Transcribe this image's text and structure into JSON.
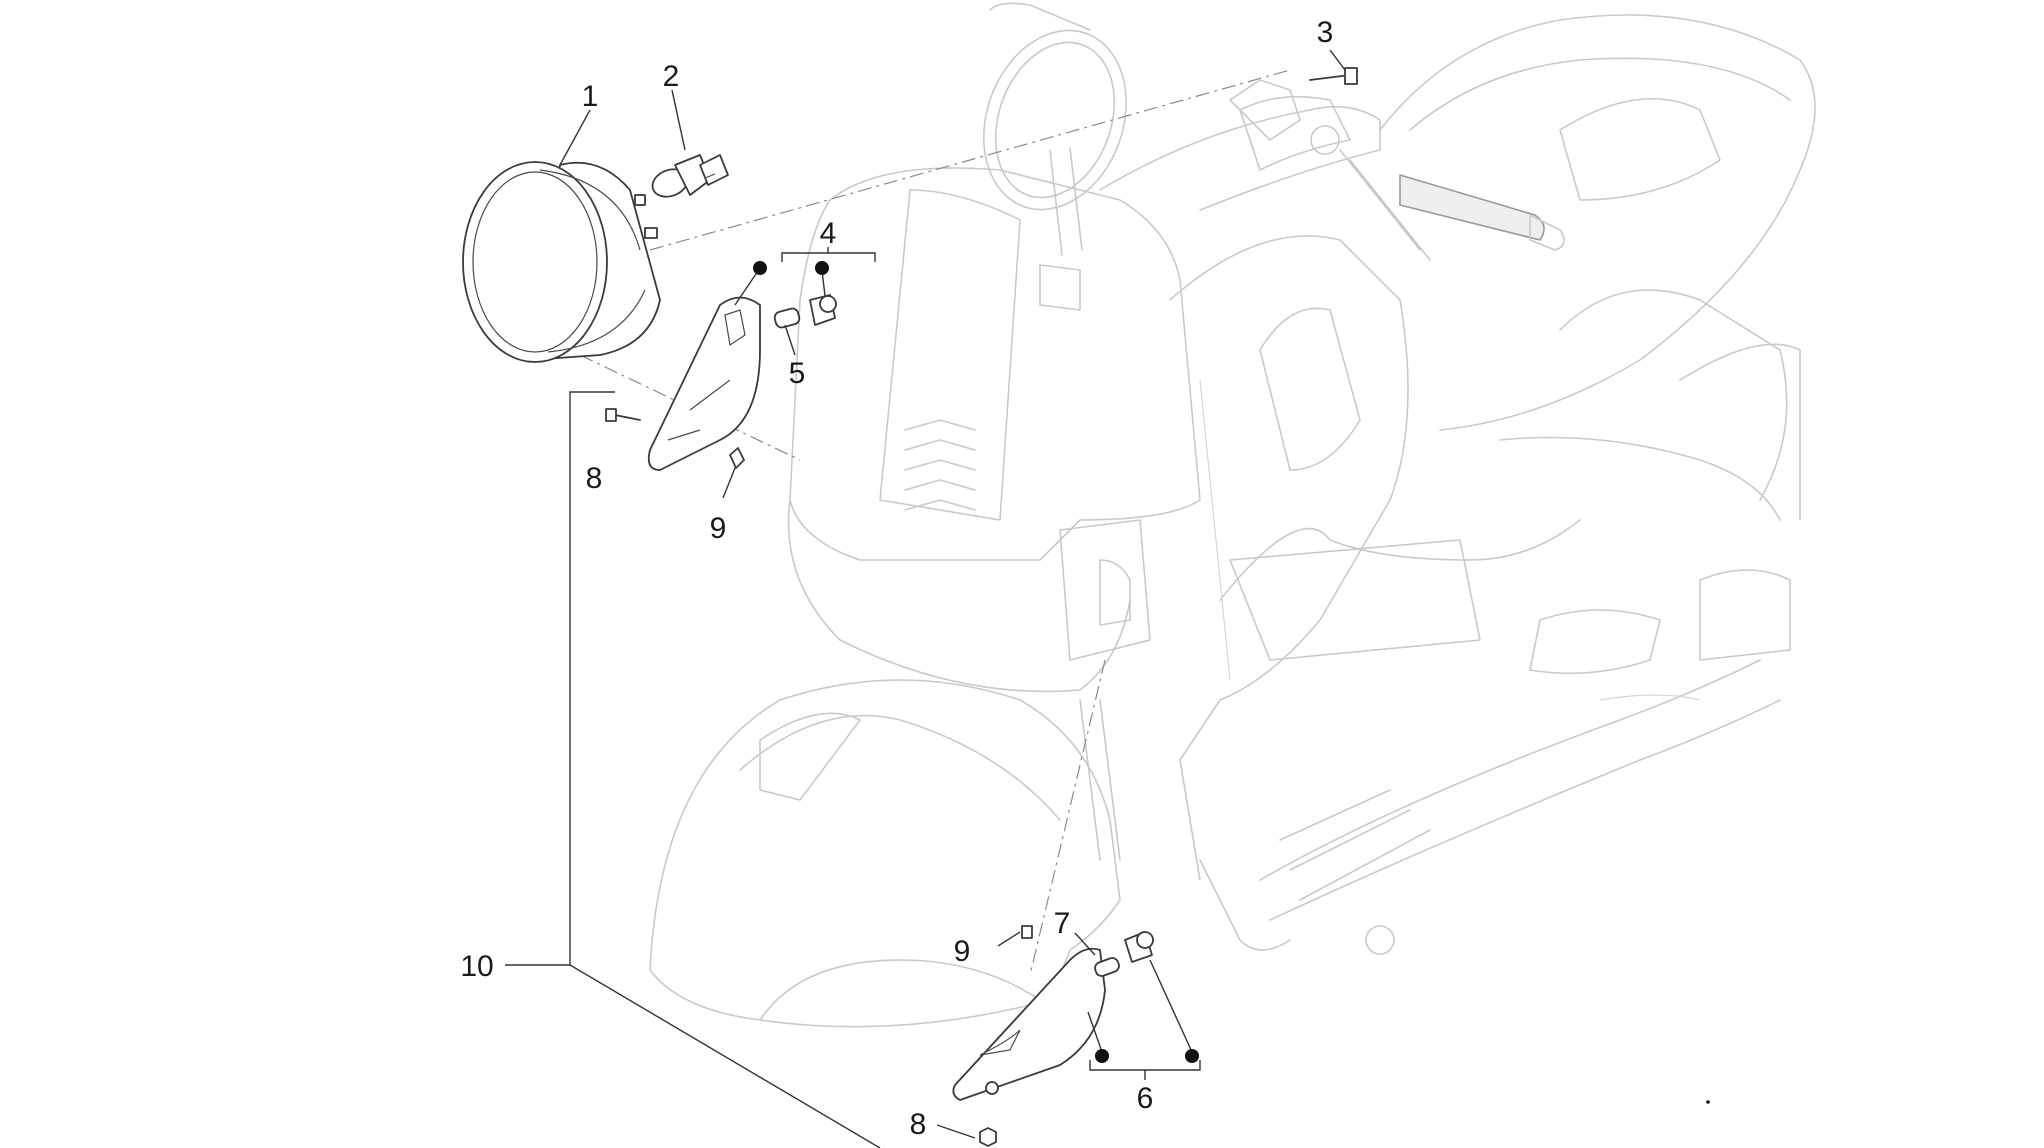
{
  "callouts": {
    "c1": "1",
    "c2": "2",
    "c3": "3",
    "c4": "4",
    "c5": "5",
    "c6": "6",
    "c7": "7",
    "c8a": "8",
    "c8b": "8",
    "c9a": "9",
    "c9b": "9",
    "c10": "10"
  },
  "colors": {
    "line": "#3a3a3a",
    "ghost": "#c9c9c9",
    "text": "#1a1a1a"
  }
}
